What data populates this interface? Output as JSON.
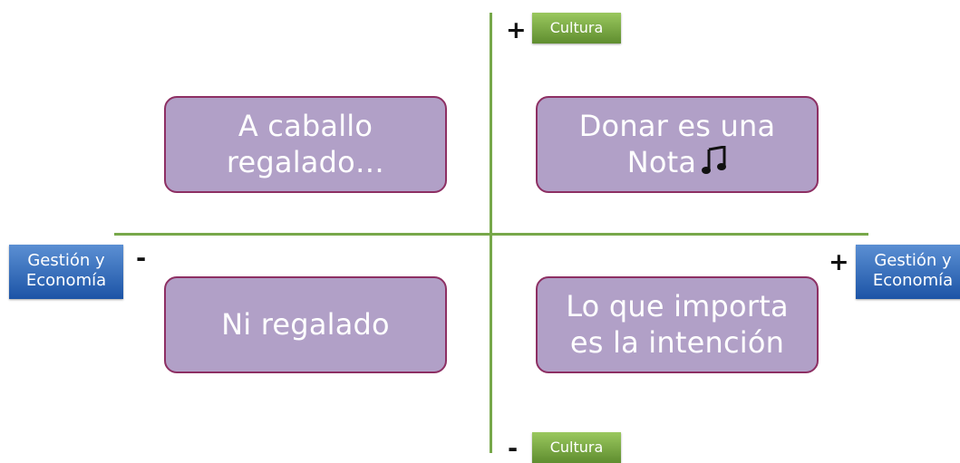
{
  "axis_labels": {
    "top": "Cultura",
    "bottom": "Cultura",
    "left": "Gestión y\nEconomía",
    "right": "Gestión y\nEconomía"
  },
  "signs": {
    "top": "+",
    "bottom": "-",
    "left": "-",
    "right": "+"
  },
  "quadrants": {
    "top_left": "A caballo\nregalado…",
    "top_right_line1": "Donar es una",
    "top_right_line2": "Nota",
    "bottom_left": "Ni regalado",
    "bottom_right": "Lo que importa\nes la intención"
  },
  "icons": {
    "note": "music-note-icon"
  },
  "colors": {
    "axis": "#77a84a",
    "card_fill": "#b1a0c7",
    "card_border": "#8d2f63",
    "green_label": "#6f9f3c",
    "blue_label": "#2f6ab8"
  }
}
